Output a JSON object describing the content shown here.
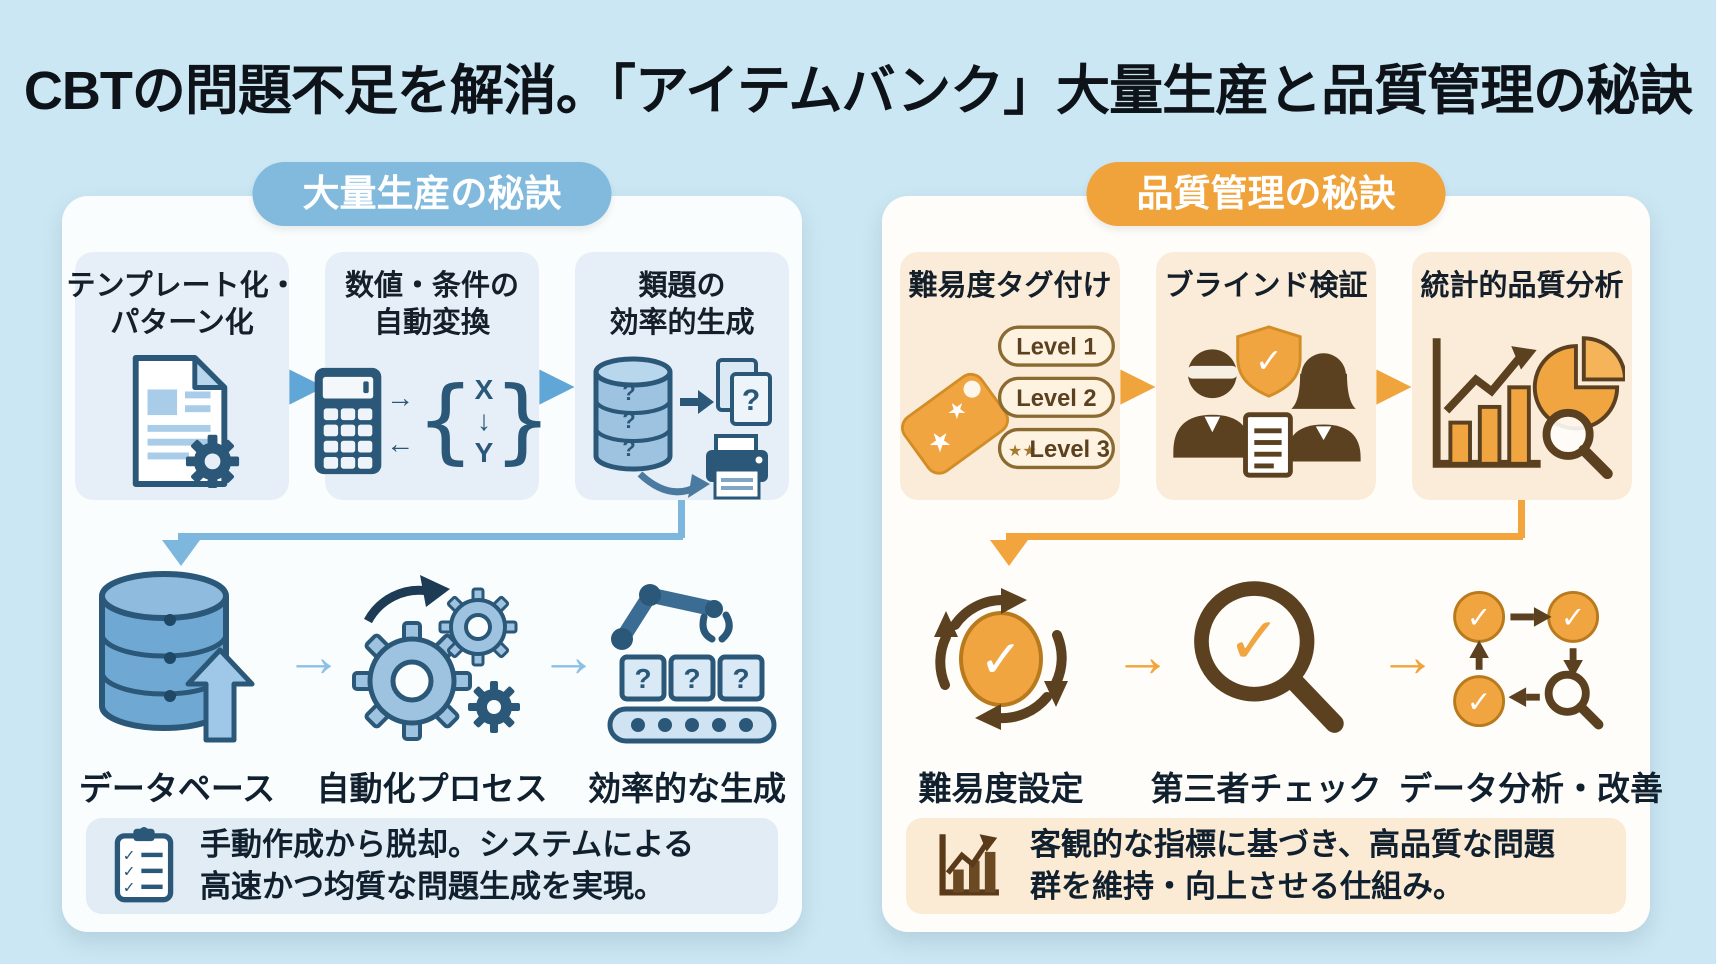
{
  "title": "CBTの問題不足を解消。「アイテムバンク」大量生産と品質管理の秘訣",
  "glyphs": {
    "forward": "▶",
    "right": "→",
    "left": "←",
    "down": "↓",
    "x": "X",
    "y": "Y",
    "brace_open": "{",
    "brace_close": "}",
    "question": "?",
    "check": "✓",
    "star": "★",
    "double_star": "★★"
  },
  "left_panel": {
    "badge": "大量生産の秘訣",
    "steps": [
      {
        "title": [
          "テンプレート化・",
          "パターン化"
        ],
        "icon": "document-gear-icon"
      },
      {
        "title": [
          "数値・条件の",
          "自動変換"
        ],
        "icon": "calculator-transform-icon"
      },
      {
        "title": [
          "類題の",
          "効率的生成"
        ],
        "icon": "database-variants-icon"
      }
    ],
    "flow": [
      {
        "label": "データペース",
        "icon": "database-upload-icon"
      },
      {
        "label": "自動化プロセス",
        "icon": "gears-icon"
      },
      {
        "label": "効率的な生成",
        "icon": "robot-conveyor-icon"
      }
    ],
    "footer": {
      "icon": "checklist-icon",
      "lines": [
        "手動作成から脱却。システムによる",
        "高速かつ均質な問題生成を実現。"
      ]
    }
  },
  "right_panel": {
    "badge": "品質管理の秘訣",
    "steps": [
      {
        "title": [
          "難易度タグ付け"
        ],
        "icon": "difficulty-tags-icon",
        "tags": [
          "Level 1",
          "Level 2",
          "Level 3"
        ]
      },
      {
        "title": [
          "ブラインド検証"
        ],
        "icon": "blind-verification-icon"
      },
      {
        "title": [
          "統計的品質分析"
        ],
        "icon": "statistical-analysis-icon"
      }
    ],
    "flow": [
      {
        "label": "難易度設定",
        "icon": "cycle-check-icon"
      },
      {
        "label": "第三者チェック",
        "icon": "magnifier-check-icon"
      },
      {
        "label": "データ分析・改善",
        "icon": "analysis-cycle-icon"
      }
    ],
    "footer": {
      "icon": "bar-chart-icon",
      "lines": [
        "客観的な指標に基づき、高品質な問題",
        "群を維持・向上させる仕組み。"
      ]
    }
  },
  "colors": {
    "background": "#cbe7f3",
    "blue_badge": "#82bade",
    "orange_badge": "#f0a23b",
    "blue_box": "#e6eff7",
    "cream_box": "#fbecd9",
    "navy": "#2b5878",
    "mid_blue": "#7fb2d8",
    "brown": "#5b4120",
    "orange": "#f0a541"
  }
}
